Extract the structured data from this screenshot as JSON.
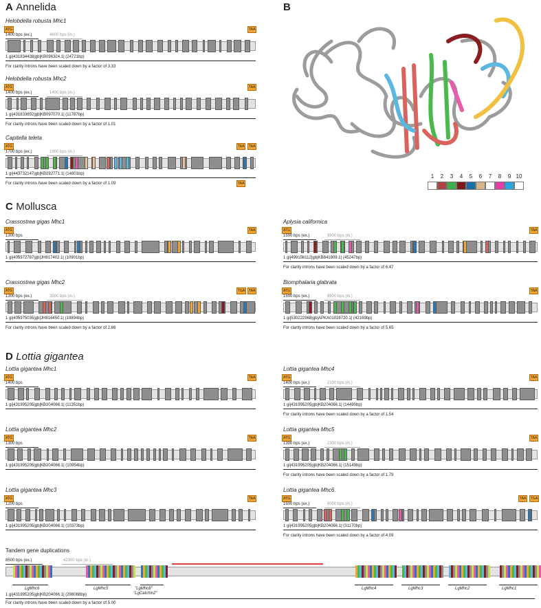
{
  "sections": {
    "a": {
      "letter": "A",
      "title": "Annelida"
    },
    "b": {
      "letter": "B"
    },
    "c": {
      "letter": "C",
      "title": "Mollusca"
    },
    "d": {
      "letter": "D",
      "title": "Lottia gigantea"
    }
  },
  "genes": [
    {
      "id": "hr1",
      "title": "Helobdella robusta Mhc1",
      "scale_ex": "1400 bps (ex.)",
      "scale_in": "4600 bps (in.)",
      "acc": "1 gi|431834438|gb|KB096324.1| (24721bp)",
      "note": "For clarity introns have been scaled down by a factor of 3.33",
      "start": "ATG",
      "stop": "TAA"
    },
    {
      "id": "hr2",
      "title": "Helobdella robusta Mhc2",
      "scale_ex": "1400 bps (ex.)",
      "scale_in": "1400 bps (in.)",
      "acc": "1 gi|431833692|gb|KB097070.1| (11787bp)",
      "note": "For clarity introns have been scaled down by a factor of 1.01",
      "start": "ATG",
      "stop": "TAA"
    },
    {
      "id": "ct",
      "title": "Capitella teleta",
      "scale_ex": "1700 bps (ex.)",
      "scale_in": "1900 bps (in.)",
      "acc": "1 gi|443732147|gb|KB292771.1| (14801bp)",
      "note": "For clarity introns have been scaled down by a factor of 1.09",
      "start": "ATG",
      "stop": "TAA",
      "stop2": "TAA",
      "stop3": "TAA"
    },
    {
      "id": "cg1",
      "title": "Crassostrea gigas Mhc1",
      "scale_ex": "1300 bps",
      "scale_in": "",
      "acc": "1 gi|405972787|gb|JH817402.1| (10901bp)",
      "note": "",
      "start": "ATG",
      "stop": "TAA"
    },
    {
      "id": "cg2",
      "title": "Crassostrea gigas Mhc2",
      "scale_ex": "1300 bps (ex.)",
      "scale_in": "3500 bps (in.)",
      "acc": "1 gi|405975035|gb|JH816450.1| (19894bp)",
      "note": "For clarity introns have been scaled down by a factor of 2.66",
      "start": "ATG",
      "stop": "TAA",
      "stop2": "TGA"
    },
    {
      "id": "ac",
      "title": "Aplysia californica",
      "scale_ex": "1500 bps (ex.)",
      "scale_in": "9500 bps (in.)",
      "acc": "1 gi|499156112|gb|KB841809.1| (45247bp)",
      "note": "For clarity introns have been scaled down by a factor of 6.47",
      "start": "ATG",
      "stop": "TAA"
    },
    {
      "id": "bg",
      "title": "Biomphalaria glabrata",
      "scale_ex": "1500 bps (ex.)",
      "scale_in": "8600 bps (in.)",
      "acc": "1 gi|530222968|gb|APKA01028720.1| (42169bp)",
      "note": "For clarity introns have been scaled down by a factor of 5.65",
      "start": "ATG",
      "stop": "TAA"
    },
    {
      "id": "lg1",
      "title": "Lottia gigantea Mhc1",
      "scale_ex": "1400 bps",
      "scale_in": "",
      "acc": "1 gi|431995205|gb|KB204066.1| (11351bp)",
      "note": "",
      "start": "ATG",
      "stop": "TAA"
    },
    {
      "id": "lg4",
      "title": "Lottia gigantea Mhc4",
      "scale_ex": "1400 bps (ex.)",
      "scale_in": "2100 bps (in.)",
      "acc": "1 gi|431995205|gb|KB204066.1| (14490bp)",
      "note": "For clarity introns have been scaled down by a factor of 1.54",
      "start": "ATG",
      "stop": "TAA"
    },
    {
      "id": "lg2",
      "title": "Lottia gigantea Mhc2",
      "scale_ex": "1300 bps",
      "scale_in": "",
      "acc": "1 gi|431995205|gb|KB204066.1| (10954bp)",
      "note": "",
      "start": "ATG",
      "stop": "TAA"
    },
    {
      "id": "lg5",
      "title": "Lottia gigantea Mhc5",
      "scale_ex": "1300 bps (ex.)",
      "scale_in": "2300 bps (in.)",
      "acc": "1 gi|431995205|gb|KB204066.1| (15149bp)",
      "note": "For clarity introns have been scaled down by a factor of 1.79",
      "start": "ATG",
      "stop": "TAA"
    },
    {
      "id": "lg3",
      "title": "Lottia gigantea Mhc3",
      "scale_ex": "1200 bps",
      "scale_in": "",
      "acc": "1 gi|431995205|gb|KB204066.1| (10373bp)",
      "note": "",
      "start": "ATG",
      "stop": "TAA"
    },
    {
      "id": "lg6",
      "title": "Lottia gigantea Mhc6",
      "scale_ex": "1500 bps (ex.)",
      "scale_in": "6000 bps (in.)",
      "acc": "1 gi|431995205|gb|KB204066.1| (31170bp)",
      "note": "For clarity introns have been scaled down by a factor of 4.09",
      "start": "ATG",
      "stop": "TGA",
      "stop2": "TAA"
    }
  ],
  "legend": {
    "numbers": [
      "1",
      "2",
      "3",
      "4",
      "5",
      "6",
      "7",
      "8",
      "9",
      "10"
    ],
    "colors": [
      "#ffffff",
      "#b04444",
      "#3fb048",
      "#7a1c1c",
      "#1a6ea8",
      "#d9b38a",
      "#ffffff",
      "#e43fa8",
      "#28a8de",
      "#ffffff"
    ]
  },
  "domain_colors": {
    "red": "#d9645e",
    "green": "#4ab84a",
    "darkred": "#8a1e1e",
    "blue": "#2a78b8",
    "tan": "#e8c29a",
    "pink": "#e85aaa",
    "cyan": "#5ab8e0",
    "orange": "#f2a533",
    "yellowgreen": "#c8e050"
  },
  "tandem": {
    "title": "Tandem gene duplications",
    "scale_ex": "8500 bps (ex.)",
    "scale_in": "42300 bps (in.)",
    "acc": "1 gi|431995205|gb|KB204066.1| (298088bp)",
    "note": "For clarity introns have been scaled down by a factor of 5.00",
    "genes": [
      "LgMhc6",
      "LgMhc5",
      "\"LgMhc8\"",
      "LgMhc4",
      "LgMhc3",
      "LgMhc2",
      "LgMhc1"
    ],
    "sublabel": "\"LgCatchin2\""
  }
}
